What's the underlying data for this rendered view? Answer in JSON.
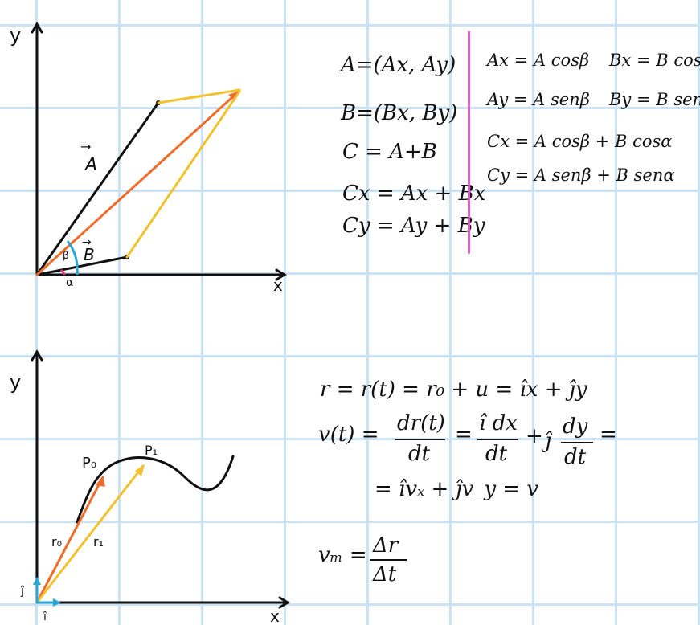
{
  "colors": {
    "grid": "#c9e3f5",
    "ink": "#111111",
    "orange": "#ef6d2a",
    "yellow": "#f2c12e",
    "blue": "#2aa6d6",
    "divider": "#e05cc8",
    "alpha": "#e0307a"
  },
  "diagram_top": {
    "axis_y_label": "y",
    "axis_x_label": "x",
    "vector_a_label": "A",
    "vector_b_label": "B",
    "angle_alpha": "α",
    "angle_beta": "β"
  },
  "equations_left": [
    "A=(Ax, Ay)",
    "B=(Bx, By)",
    "C = A+B",
    "Cx = Ax + Bx",
    "Cy = Ay + By"
  ],
  "equations_right": [
    "Ax = A cosβ",
    "Bx = B cosα",
    "Ay = A senβ",
    "By = B senα",
    "Cx = A cosβ + B cosα",
    "Cy = A senβ + B senα"
  ],
  "diagram_bottom": {
    "axis_y_label": "y",
    "axis_x_label": "x",
    "point_p0": "P₀",
    "point_p1": "P₁",
    "vector_r0": "r₀",
    "vector_r1": "r₁",
    "unit_i": "î",
    "unit_j": "ĵ"
  },
  "equations_bottom": {
    "line1": "r = r(t) = r₀ + u = îx + ĵy",
    "line2_lhs": "v(t) =",
    "line2_num1": "dr(t)",
    "line2_den1": "dt",
    "line2_eq": "=",
    "line2_num2": "î dx",
    "line2_den2": "dt",
    "line2_plus": "+",
    "line2_j": "ĵ",
    "line2_num3": "dy",
    "line2_den3": "dt",
    "line2_tail": "=",
    "line3": "= îvₓ + ĵv_y = v",
    "line4_lhs": "vₘ =",
    "line4_num": "Δr",
    "line4_den": "Δt"
  }
}
